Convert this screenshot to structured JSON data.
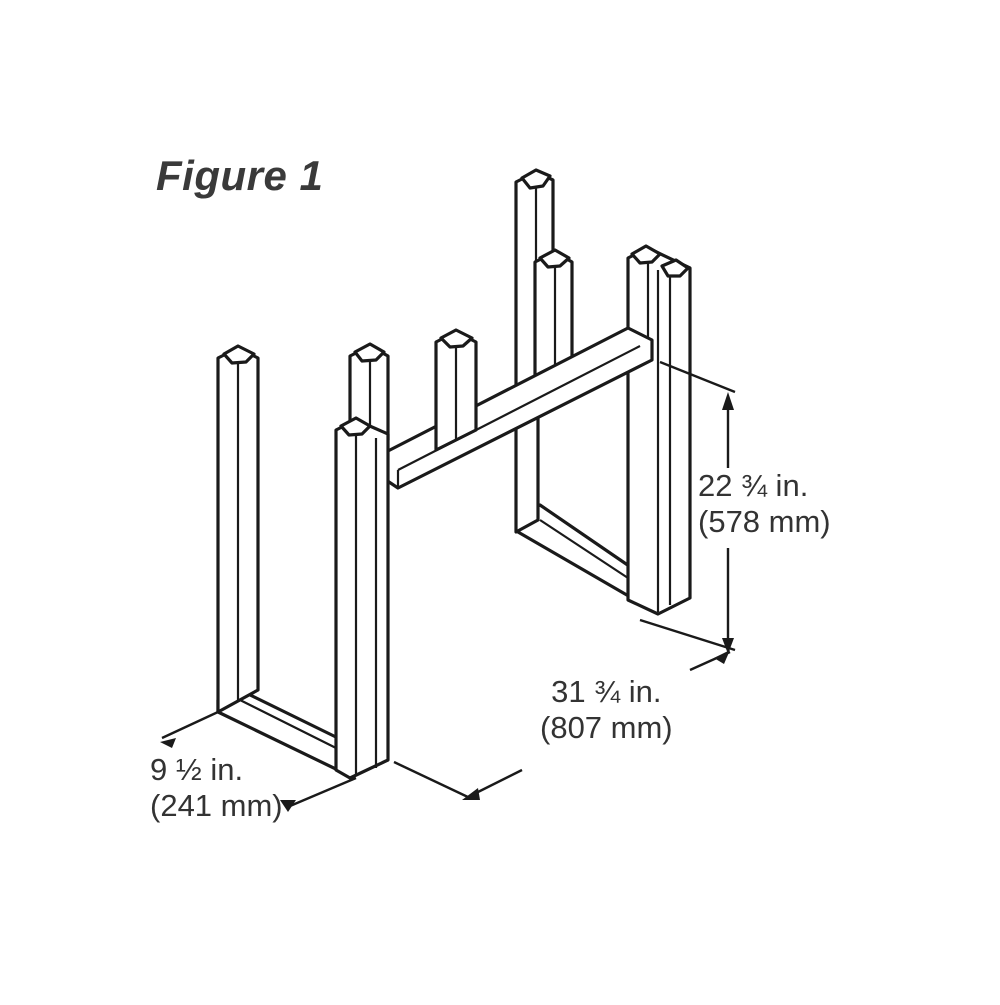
{
  "figure": {
    "title": "Figure 1"
  },
  "dimensions": {
    "height": {
      "imperial": "22 ¾ in.",
      "metric": "(578 mm)"
    },
    "width": {
      "imperial": "31 ¾ in.",
      "metric": "(807 mm)"
    },
    "depth": {
      "imperial": "9 ½ in.",
      "metric": "(241 mm)"
    }
  },
  "colors": {
    "line": "#1a1a1a",
    "text": "#333333",
    "background": "#ffffff"
  }
}
